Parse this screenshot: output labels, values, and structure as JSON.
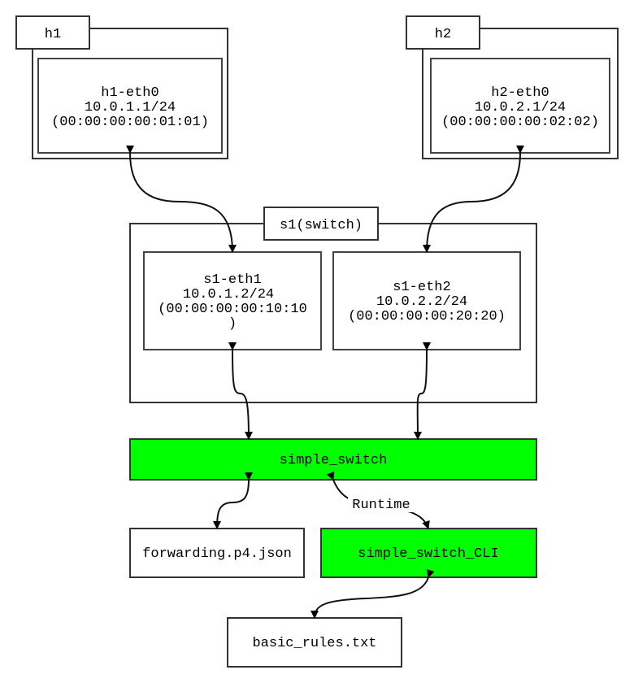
{
  "colors": {
    "highlight": "#00ff00",
    "stroke": "#333333",
    "background": "#ffffff"
  },
  "hosts": [
    {
      "name": "h1",
      "port": {
        "lines": [
          "h1-eth0",
          "10.0.1.1/24",
          "(00:00:00:00:01:01)"
        ]
      }
    },
    {
      "name": "h2",
      "port": {
        "lines": [
          "h2-eth0",
          "10.0.2.1/24",
          "(00:00:00:00:02:02)"
        ]
      }
    }
  ],
  "switch": {
    "title": "s1(switch)",
    "ports": [
      {
        "lines": [
          "s1-eth1",
          "10.0.1.2/24",
          "(00:00:00:00:10:10",
          ")"
        ]
      },
      {
        "lines": [
          "s1-eth2",
          "10.0.2.2/24",
          "(00:00:00:00:20:20)"
        ]
      }
    ]
  },
  "components": {
    "simple_switch": "simple_switch",
    "json_config": "forwarding.p4.json",
    "cli": "simple_switch_CLI",
    "rules_file": "basic_rules.txt"
  },
  "edge_labels": {
    "runtime": "Runtime"
  }
}
